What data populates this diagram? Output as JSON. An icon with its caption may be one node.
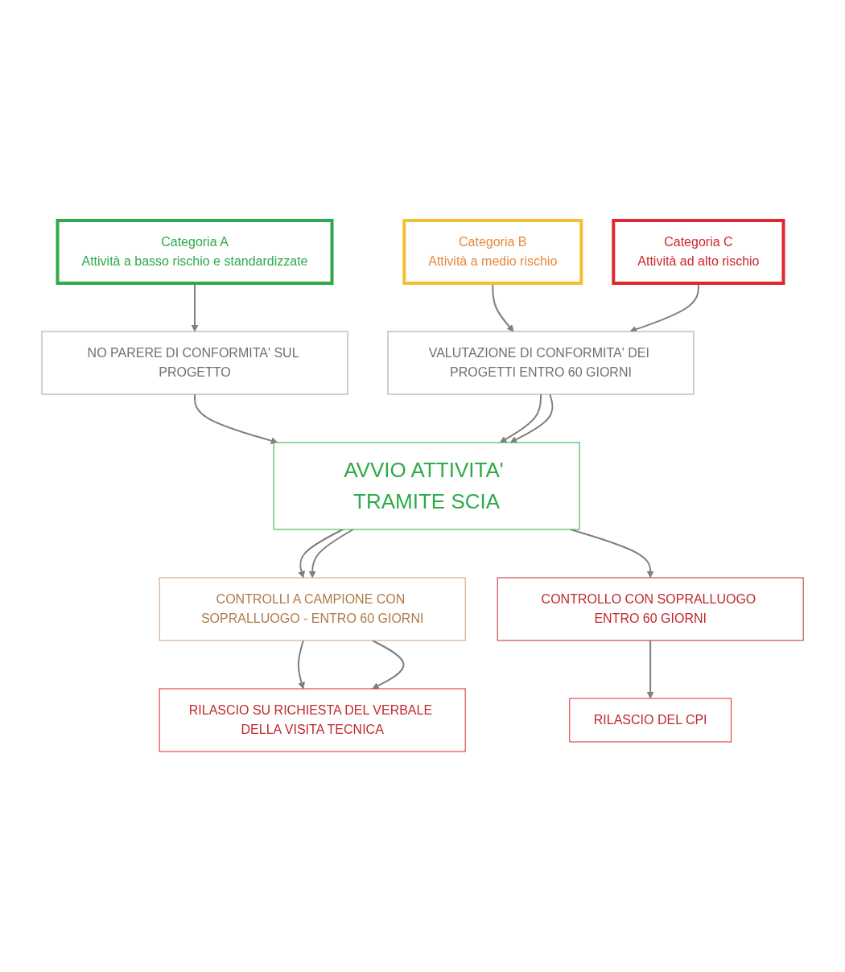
{
  "diagram": {
    "nodes": [
      {
        "text": [
          "Categoria A",
          "Attività a basso rischio e standardizzate"
        ]
      },
      {
        "text": [
          "Categoria B",
          "Attività a medio rischio"
        ]
      },
      {
        "text": [
          "Categoria C",
          "Attività ad alto rischio"
        ]
      },
      {
        "text": [
          "NO PARERE DI CONFORMITA' SUL PROGETTO"
        ]
      },
      {
        "text": [
          "VALUTAZIONE DI CONFORMITA' DEI PROGETTI ENTRO 60 GIORNI"
        ]
      },
      {
        "text": [
          "AVVIO ATTIVITA' TRAMITE SCIA"
        ]
      },
      {
        "text": [
          "CONTROLLI A CAMPIONE CON SOPRALLUOGO - ENTRO 60 GIORNI"
        ]
      },
      {
        "text": [
          "CONTROLLO CON SOPRALLUOGO ENTRO 60 GIORNI"
        ]
      },
      {
        "text": [
          "RILASCIO SU RICHIESTA DEL VERBALE DELLA VISITA TECNICA"
        ]
      },
      {
        "text": [
          "RILASCIO DEL CPI"
        ]
      }
    ],
    "edges": [
      {
        "from": 0,
        "to": 3,
        "arrow": "to"
      },
      {
        "from": 1,
        "to": 4,
        "arrow": "to"
      },
      {
        "from": 2,
        "to": 4,
        "arrow": "to"
      },
      {
        "from": 3,
        "to": 5,
        "arrow": "to"
      },
      {
        "from": 4,
        "to": 5,
        "arrow": "to"
      },
      {
        "from": 4,
        "to": 5,
        "arrow": "to"
      },
      {
        "from": 5,
        "to": 6,
        "arrow": "to"
      },
      {
        "from": 5,
        "to": 6,
        "arrow": "to"
      },
      {
        "from": 5,
        "to": 7,
        "arrow": "to"
      },
      {
        "from": 6,
        "to": 8,
        "arrow": "to"
      },
      {
        "from": 6,
        "to": 8,
        "arrow": "to"
      },
      {
        "from": 7,
        "to": 9,
        "arrow": "to"
      }
    ]
  }
}
